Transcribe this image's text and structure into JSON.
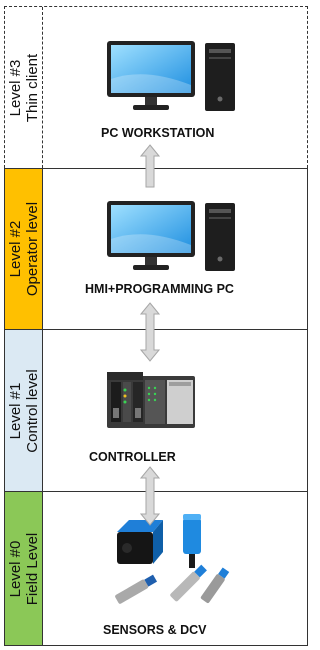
{
  "levels": [
    {
      "id": "lvl3",
      "line1": "Level #3",
      "line2": "Thin client",
      "caption": "PC WORKSTATION",
      "color": "#ffffff",
      "border": "dashed"
    },
    {
      "id": "lvl2",
      "line1": "Level #2",
      "line2": "Operator level",
      "caption": "HMI+PROGRAMMING PC",
      "color": "#ffc000",
      "border": "solid"
    },
    {
      "id": "lvl1",
      "line1": "Level #1",
      "line2": "Control level",
      "caption": "CONTROLLER",
      "color": "#dbe9f3",
      "border": "solid"
    },
    {
      "id": "lvl0",
      "line1": "Level #0",
      "line2": "Field Level",
      "caption": "SENSORS & DCV",
      "color": "#8bc857",
      "border": "solid"
    }
  ],
  "icons": {
    "lvl3": "desktop-pc-icon",
    "lvl2": "desktop-pc-icon",
    "lvl1": "plc-controller-icon",
    "lvl0": "sensors-valves-icon"
  },
  "connectors": {
    "lvl3_lvl2": "single-arrow-up",
    "lvl2_lvl1": "double-arrow",
    "lvl1_lvl0": "double-arrow"
  }
}
